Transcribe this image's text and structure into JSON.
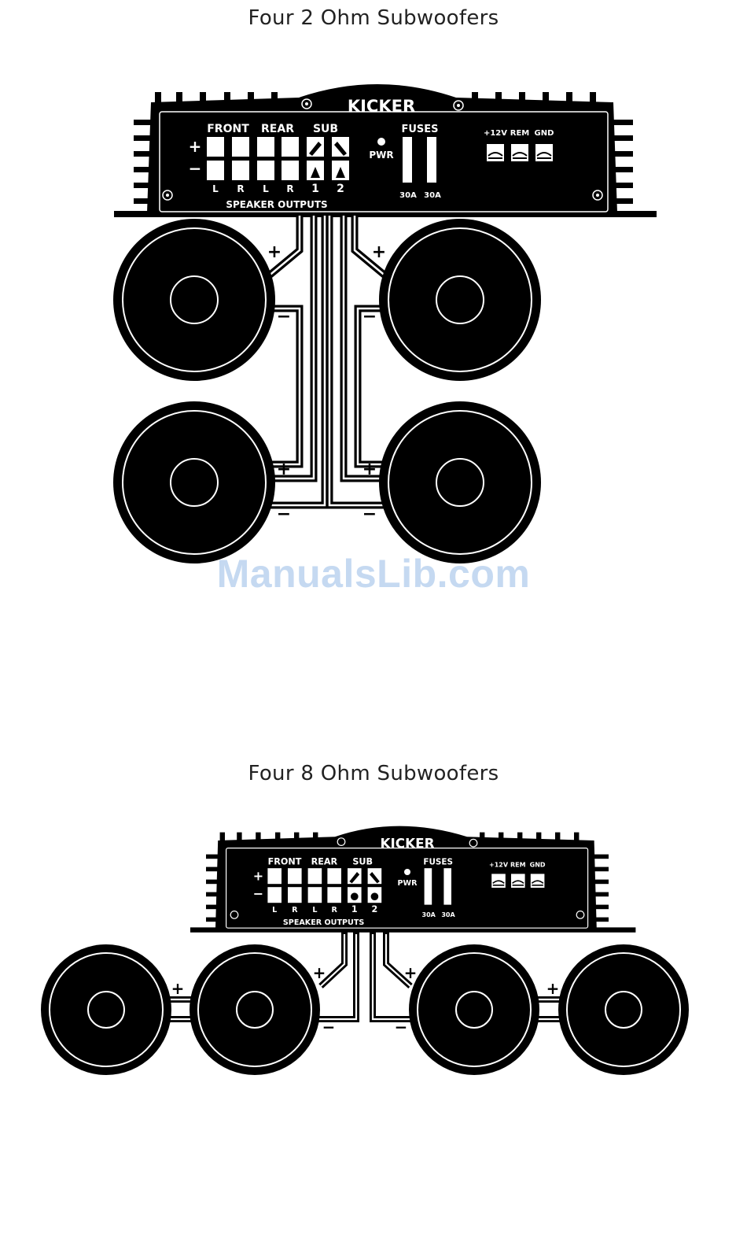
{
  "diagrams": [
    {
      "title": "Four 2 Ohm Subwoofers",
      "amp": {
        "brand": "KICKER",
        "labels": {
          "front": "FRONT",
          "rear": "REAR",
          "sub": "SUB",
          "fuses": "FUSES",
          "pwr": "PWR",
          "speaker_outputs": "SPEAKER OUTPUTS"
        },
        "channels": [
          "L",
          "R",
          "L",
          "R",
          "1",
          "2"
        ],
        "polarity": [
          "+",
          "−"
        ],
        "fuses": [
          "30A",
          "30A"
        ],
        "power": [
          "+12V",
          "REM",
          "GND"
        ]
      },
      "signs": [
        "+",
        "−",
        "+",
        "−",
        "+",
        "−",
        "+",
        "−"
      ]
    },
    {
      "title": "Four 8 Ohm Subwoofers",
      "amp": {
        "brand": "KICKER",
        "labels": {
          "front": "FRONT",
          "rear": "REAR",
          "sub": "SUB",
          "fuses": "FUSES",
          "pwr": "PWR",
          "speaker_outputs": "SPEAKER OUTPUTS"
        },
        "channels": [
          "L",
          "R",
          "L",
          "R",
          "1",
          "2"
        ],
        "polarity": [
          "+",
          "−"
        ],
        "fuses": [
          "30A",
          "30A"
        ],
        "power": [
          "+12V",
          "REM",
          "GND"
        ]
      },
      "signs": [
        "+",
        "+",
        "−",
        "+",
        "−",
        "+"
      ]
    }
  ],
  "watermark": "ManualsLib.com"
}
